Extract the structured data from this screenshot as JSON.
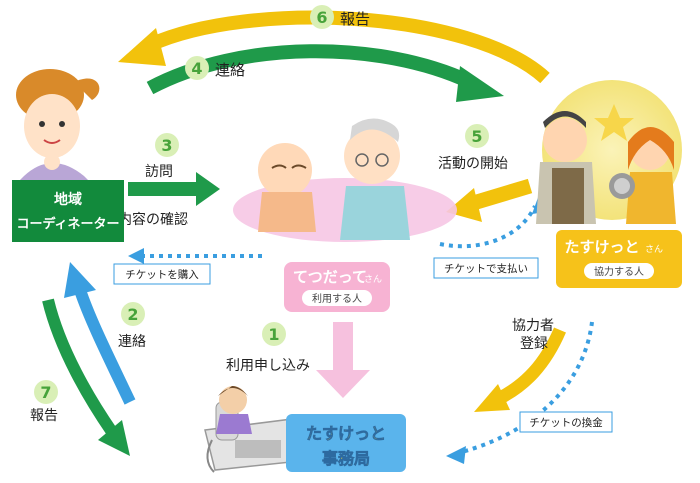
{
  "steps": [
    {
      "num": "1",
      "label": "利用申し込み"
    },
    {
      "num": "2",
      "label": "連絡"
    },
    {
      "num": "3",
      "label": "訪問"
    },
    {
      "num": "4",
      "label": "連絡"
    },
    {
      "num": "5",
      "label": "活動の開始"
    },
    {
      "num": "6",
      "label": "報告"
    },
    {
      "num": "7",
      "label": "報告"
    }
  ],
  "step3_sub": "内容の確認",
  "coordinator": {
    "line1": "地域",
    "line2": "コーディネーター"
  },
  "user": {
    "name": "てつだって",
    "suffix": "さん",
    "role": "利用する人"
  },
  "helper": {
    "name": "たすけっと",
    "suffix": "さん",
    "role": "協力する人"
  },
  "office": {
    "line1": "たすけっと",
    "line2": "事務局"
  },
  "helper_register": {
    "line1": "協力者",
    "line2": "登録"
  },
  "tickets": {
    "buy": "チケットを購入",
    "pay": "チケットで支払い",
    "exchange": "チケットの換金"
  },
  "colors": {
    "yellow_arrow": "#f2c20c",
    "green_arrow": "#1f9a4a",
    "blue_arrow": "#3a9ee0",
    "pink_arrow": "#f6c1de",
    "coordinator_box": "#128a3c",
    "user_box": "#f7b3d3",
    "helper_box": "#f6c21a",
    "office_box": "#5ab4ec",
    "number_circle": "#d9efb6",
    "number_text": "#47a33a"
  }
}
